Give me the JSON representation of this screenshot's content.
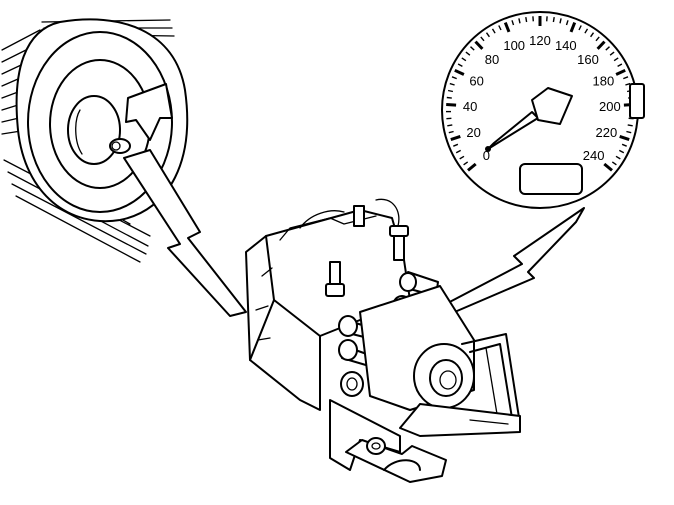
{
  "diagram": {
    "speedometer": {
      "scale_labels": [
        "0",
        "20",
        "40",
        "60",
        "80",
        "100",
        "120",
        "140",
        "160",
        "180",
        "200",
        "220",
        "240"
      ]
    },
    "colors": {
      "line": "#000000",
      "background": "#ffffff"
    }
  }
}
